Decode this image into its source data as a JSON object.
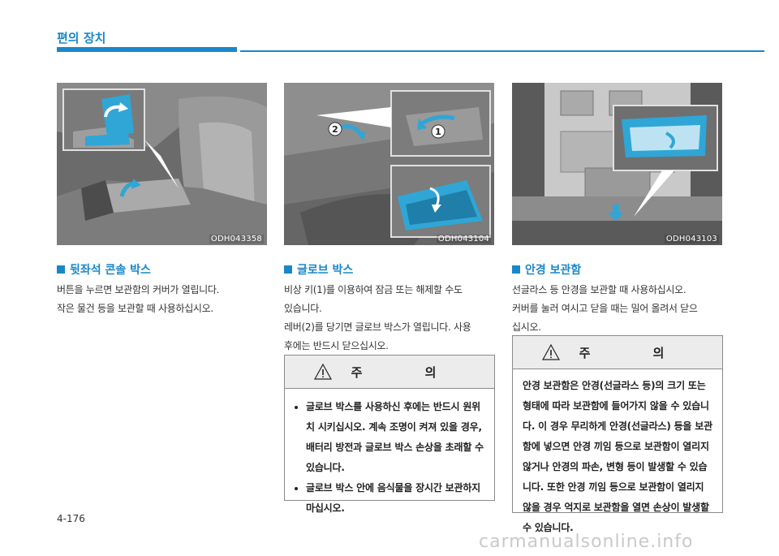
{
  "header": {
    "title": "편의 장치"
  },
  "figures": [
    {
      "code": "ODH043358"
    },
    {
      "code": "ODH043104",
      "callouts": [
        "2",
        "1"
      ]
    },
    {
      "code": "ODH043103"
    }
  ],
  "sections": [
    {
      "title": "뒷좌석 콘솔 박스",
      "lines": [
        "버튼을 누르면 보관함의 커버가 열립니다.",
        "작은 물건 등을 보관할 때 사용하십시오."
      ]
    },
    {
      "title": "글로브 박스",
      "lines": [
        "비상 키(1)를 이용하여  잠금 또는 해제할 수도",
        "있습니다.",
        "레버(2)를 당기면 글로브 박스가 열립니다. 사용",
        "후에는 반드시 닫으십시오."
      ],
      "caution": {
        "heading": "주 의",
        "items": [
          "글로브 박스를 사용하신 후에는 반드시 원위치 시키십시오. 계속 조명이 켜져 있을 경우, 배터리 방전과 글로브 박스 손상을 초래할 수 있습니다.",
          "글로브 박스 안에 음식물을 장시간 보관하지 마십시오."
        ]
      }
    },
    {
      "title": "안경 보관함",
      "lines": [
        "선글라스 등 안경을 보관할 때 사용하십시오.",
        "커버를 눌러 여시고 닫을 때는 밀어 올려서 닫으",
        "십시오."
      ],
      "caution": {
        "heading": "주 의",
        "text": "안경 보관함은 안경(선글라스 등)의 크기 또는 형태에 따라 보관함에 들어가지 않을 수 있습니다. 이 경우 무리하게 안경(선글라스) 등을 보관함에 넣으면 안경 끼임 등으로 보관함이 열리지 않거나 안경의 파손, 변형 등이 발생할 수 있습니다. 또한 안경 끼임 등으로 보관함이 열리지 않을 경우 억지로 보관함을 열면 손상이 발생할 수 있습니다."
      }
    }
  ],
  "footer": {
    "page_number": "4-176",
    "watermark": "carmanualsonline.info"
  },
  "colors": {
    "accent": "#1a87c9",
    "figure_bg": "#5e5e5e",
    "highlight": "#2fa6d6"
  }
}
